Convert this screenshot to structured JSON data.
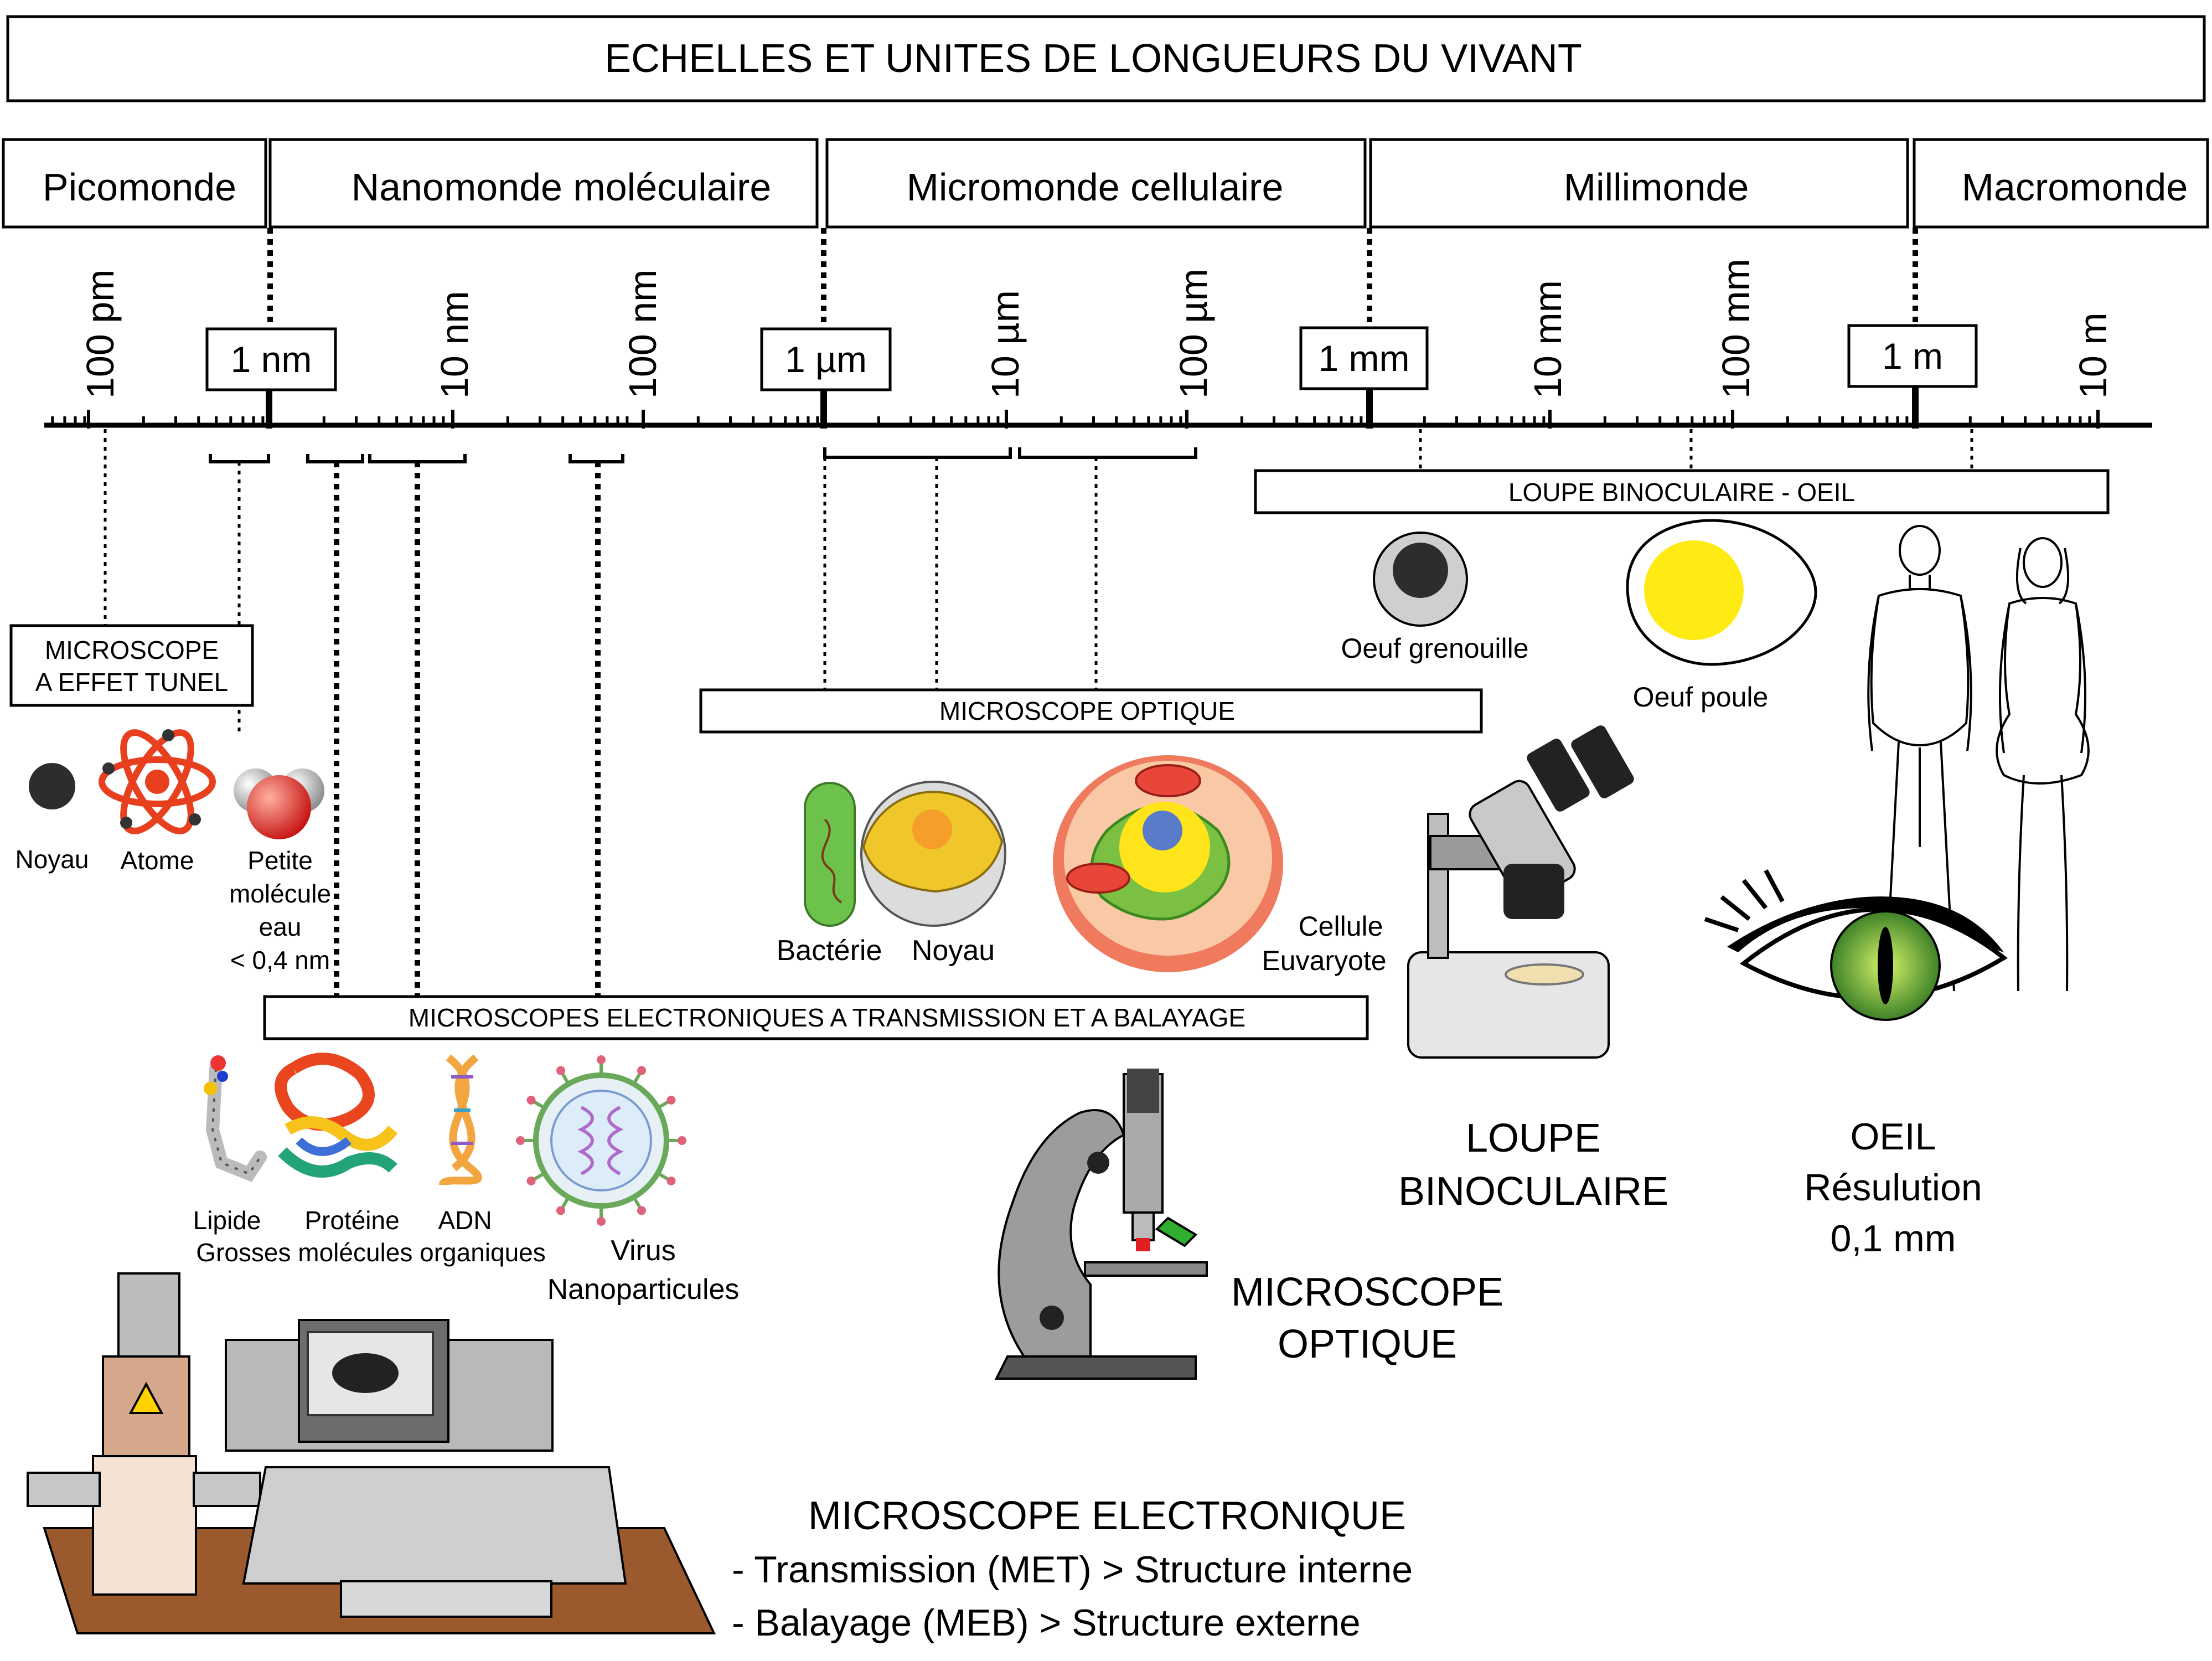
{
  "title": "ECHELLES ET UNITES DE LONGUEURS DU VIVANT",
  "worlds": [
    "Picomonde",
    "Nanomonde moléculaire",
    "Micromonde cellulaire",
    "Millimonde",
    "Macromonde"
  ],
  "scale": {
    "boxed_units": [
      "1 nm",
      "1 µm",
      "1 mm",
      "1 m"
    ],
    "rotated_units": [
      "100 pm",
      "10 nm",
      "100 nm",
      "10 µm",
      "100 µm",
      "10 mm",
      "100 mm",
      "10 m"
    ]
  },
  "instruments": {
    "tunnel": [
      "MICROSCOPE",
      "A EFFET TUNEL"
    ],
    "optical_bar": "MICROSCOPE OPTIQUE",
    "electron_bar": "MICROSCOPES ELECTRONIQUES A TRANSMISSION ET A BALAYAGE",
    "loupe_bar": "LOUPE BINOCULAIRE - OEIL"
  },
  "objects": {
    "noyau_atom": "Noyau",
    "atome": "Atome",
    "water": [
      "Petite",
      "molécule",
      "eau",
      "< 0,4  nm"
    ],
    "lipide": "Lipide",
    "proteine": "Protéine",
    "adn": "ADN",
    "grosses": "Grosses molécules organiques",
    "virus": [
      "Virus",
      "Nanoparticules"
    ],
    "bacterie": "Bactérie",
    "noyau_cell": "Noyau",
    "cellule": [
      "Cellule",
      "Euvaryote"
    ],
    "oeuf_grenouille": "Oeuf grenouille",
    "oeuf_poule": "Oeuf poule"
  },
  "captions": {
    "loupe": [
      "LOUPE",
      "BINOCULAIRE"
    ],
    "oeil": [
      "OEIL",
      "Résulution",
      "0,1 mm"
    ],
    "optique": [
      "MICROSCOPE",
      "OPTIQUE"
    ],
    "electronique": [
      "MICROSCOPE ELECTRONIQUE",
      "- Transmission (MET) > Structure interne",
      "- Balayage (MEB) > Structure externe"
    ]
  },
  "colors": {
    "atom_orbit": "#e8401f",
    "water_red": "#e32222",
    "bacteria_green": "#6cc24a",
    "cell_orange": "#f07a5e",
    "cell_fill": "#f9c9a6",
    "egg_yolk": "#ffeb14",
    "eye_iris": "#52a82f",
    "desk_brown": "#9b5a2d",
    "laser_yellow": "#ffd200"
  }
}
